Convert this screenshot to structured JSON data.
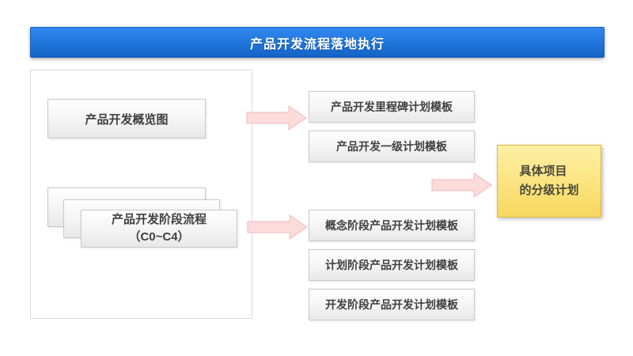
{
  "header": {
    "title": "产品开发流程落地执行"
  },
  "left_panel": {
    "overview_label": "产品开发概览图",
    "stage_flow": {
      "line1": "产品开发阶段流程",
      "line2": "（C0~C4）",
      "stack_count": 3
    }
  },
  "templates": {
    "items": [
      {
        "label": "产品开发里程碑计划模板"
      },
      {
        "label": "产品开发一级计划模板"
      },
      {
        "label": "概念阶段产品开发计划模板"
      },
      {
        "label": "计划阶段产品开发计划模板"
      },
      {
        "label": "开发阶段产品开发计划模板"
      }
    ]
  },
  "result_box": {
    "line1": "具体项目",
    "line2": "的分级计划"
  },
  "icons": {
    "arrow_1": "arrow-right-icon",
    "arrow_2": "arrow-right-icon",
    "arrow_3": "arrow-right-icon"
  },
  "colors": {
    "header_gradient_top": "#3189ee",
    "header_gradient_bottom": "#1563c6",
    "header_text": "#ffffff",
    "panel_border": "#dcdcdc",
    "box_border": "#c9c9c9",
    "box_gradient_top": "#fefefe",
    "box_gradient_bottom": "#e8e8e8",
    "box_text": "#3f3f3f",
    "arrow_fill": "#fcdbdb",
    "arrow_stroke": "#f3b9bd",
    "result_gradient_top": "#fdf0a4",
    "result_gradient_bottom": "#f7d75e",
    "result_border": "#ddb945",
    "result_text": "#4a4a38"
  }
}
